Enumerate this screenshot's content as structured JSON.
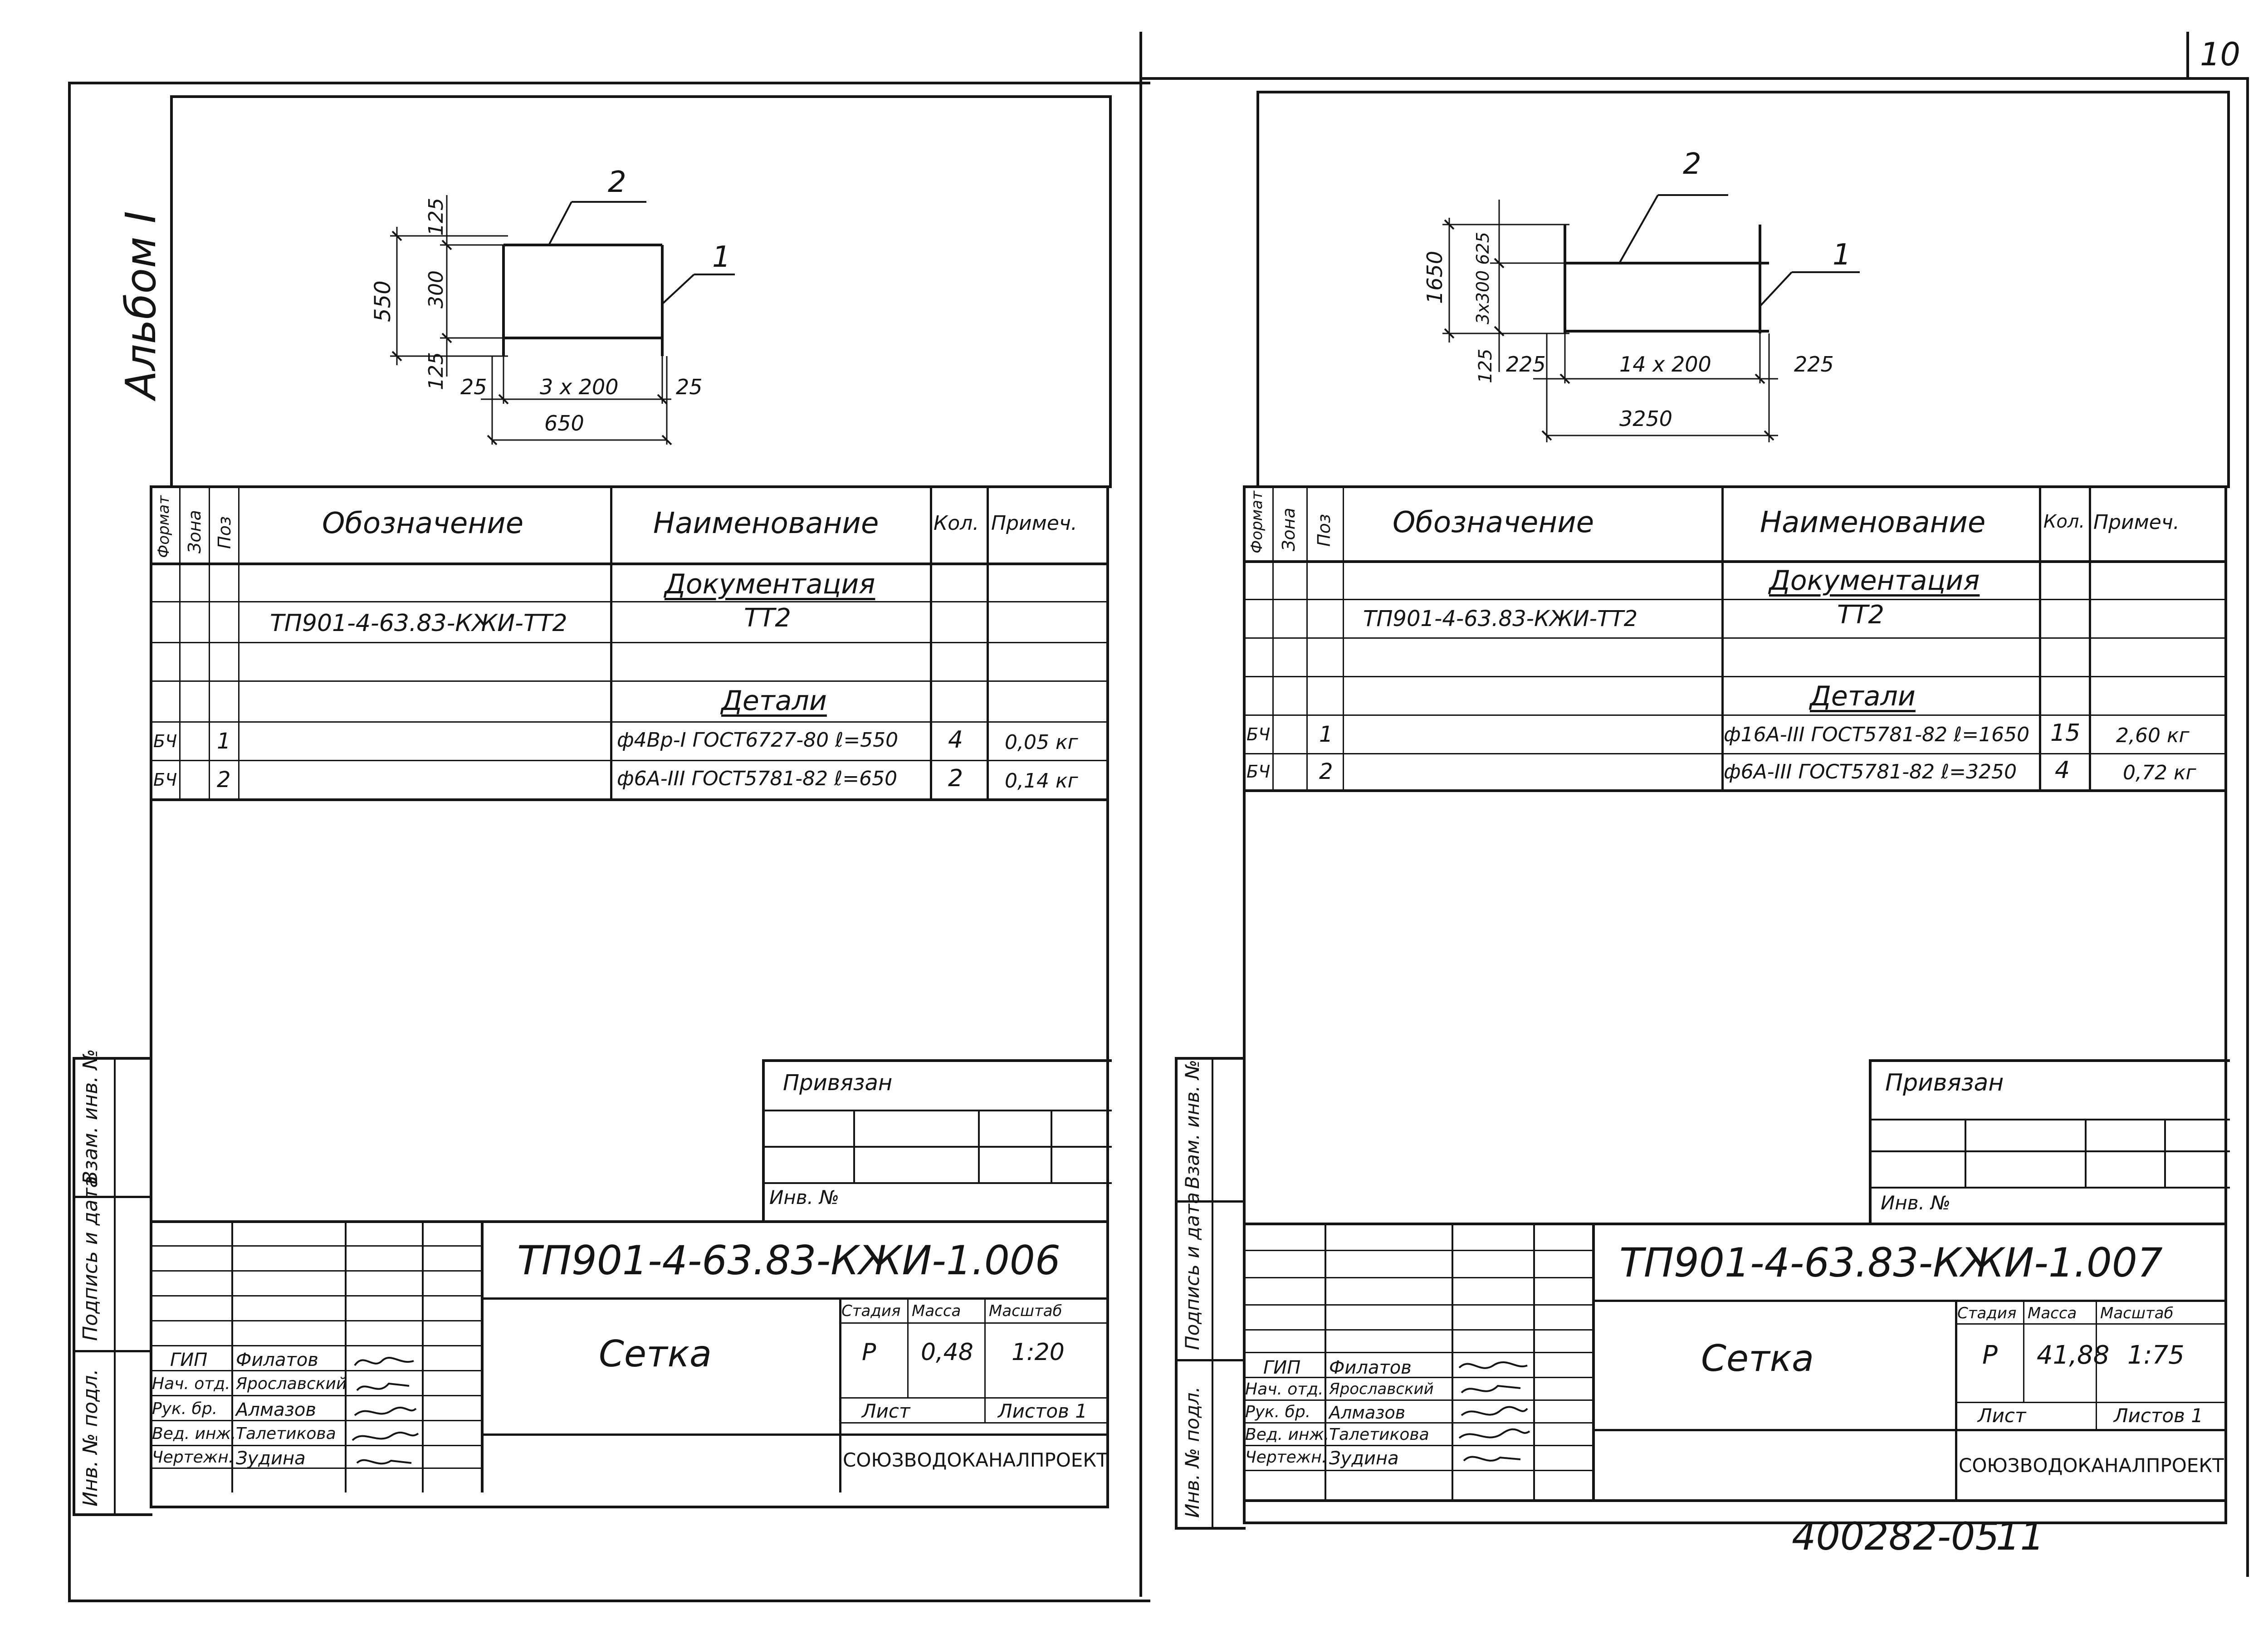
{
  "page_number": "10",
  "album_label": "Альбом I",
  "footer_code": "400282-05",
  "footer_page": "11",
  "header": {
    "format": "Формат",
    "zone": "Зона",
    "pos": "Поз",
    "designation": "Обозначение",
    "name": "Наименование",
    "qty": "Кол.",
    "note": "Примеч."
  },
  "stamp": {
    "privyazan": "Привязан",
    "inv": "Инв. №",
    "side_vzam": "Взам. инв. №",
    "side_podpis": "Подпись и дата",
    "side_inv": "Инв. № подл.",
    "stage_h": "Стадия",
    "mass_h": "Масса",
    "scale_h": "Масштаб",
    "sheet_h": "Лист",
    "sheets_h": "Листов 1",
    "org": "СОЮЗВОДОКАНАЛПРОЕКТ",
    "roles": [
      "ГИП",
      "Нач. отд.",
      "Рук. бр.",
      "Вед. инж.",
      "Чертежн."
    ],
    "people": [
      "Филатов",
      "Ярославский",
      "Алмазов",
      "Талетикова",
      "Зудина"
    ]
  },
  "sheets": [
    {
      "dims": {
        "h_total": "550",
        "h_top": "125",
        "h_mid": "300",
        "h_bot": "125",
        "w_left": "25",
        "w_mid": "3 x 200",
        "w_right": "25",
        "w_total": "650",
        "lead1": "1",
        "lead2": "2"
      },
      "section_doc": "Документация",
      "doc_code": "ТП901-4-63.83-КЖИ-ТТ2",
      "doc_name": "ТТ2",
      "section_parts": "Детали",
      "rows": [
        {
          "format": "БЧ",
          "pos": "1",
          "name": "ф4Вр-I ГОСТ6727-80 ℓ=550",
          "qty": "4",
          "note": "0,05 кг"
        },
        {
          "format": "БЧ",
          "pos": "2",
          "name": "ф6А-III ГОСТ5781-82 ℓ=650",
          "qty": "2",
          "note": "0,14 кг"
        }
      ],
      "code": "ТП901-4-63.83-КЖИ-1.006",
      "title": "Сетка",
      "stage": "Р",
      "mass": "0,48",
      "scale": "1:20"
    },
    {
      "dims": {
        "h_total": "1650",
        "h_top": "3x300 625",
        "h_bot": "125",
        "w_left": "225",
        "w_mid": "14 x 200",
        "w_right": "225",
        "w_total": "3250",
        "lead1": "1",
        "lead2": "2"
      },
      "section_doc": "Документация",
      "doc_code": "ТП901-4-63.83-КЖИ-ТТ2",
      "doc_name": "ТТ2",
      "section_parts": "Детали",
      "rows": [
        {
          "format": "БЧ",
          "pos": "1",
          "name": "ф16А-III ГОСТ5781-82 ℓ=1650",
          "qty": "15",
          "note": "2,60 кг"
        },
        {
          "format": "БЧ",
          "pos": "2",
          "name": "ф6А-III ГОСТ5781-82 ℓ=3250",
          "qty": "4",
          "note": "0,72 кг"
        }
      ],
      "code": "ТП901-4-63.83-КЖИ-1.007",
      "title": "Сетка",
      "stage": "Р",
      "mass": "41,88",
      "scale": "1:75"
    }
  ]
}
